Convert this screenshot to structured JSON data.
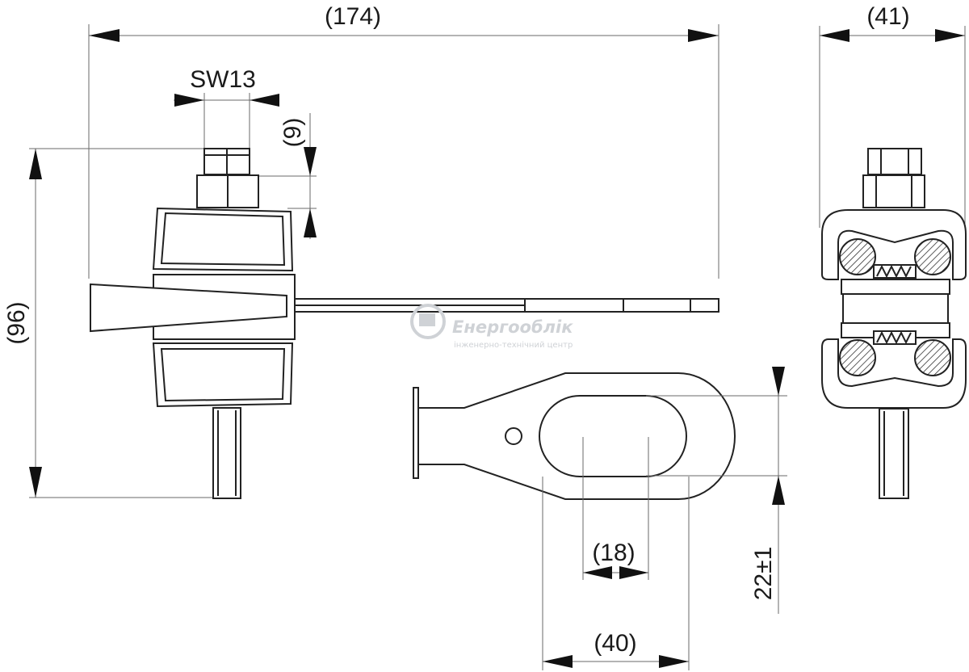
{
  "dimensions": {
    "total_length": "(174)",
    "width": "(41)",
    "height": "(96)",
    "nut_size": "SW13",
    "nut_height": "(9)",
    "slot_width": "(18)",
    "eye_width": "(40)",
    "eye_spacing": "22±1"
  },
  "watermark": {
    "title": "Енергооблік",
    "subtitle": "інженерно-технічний центр"
  }
}
